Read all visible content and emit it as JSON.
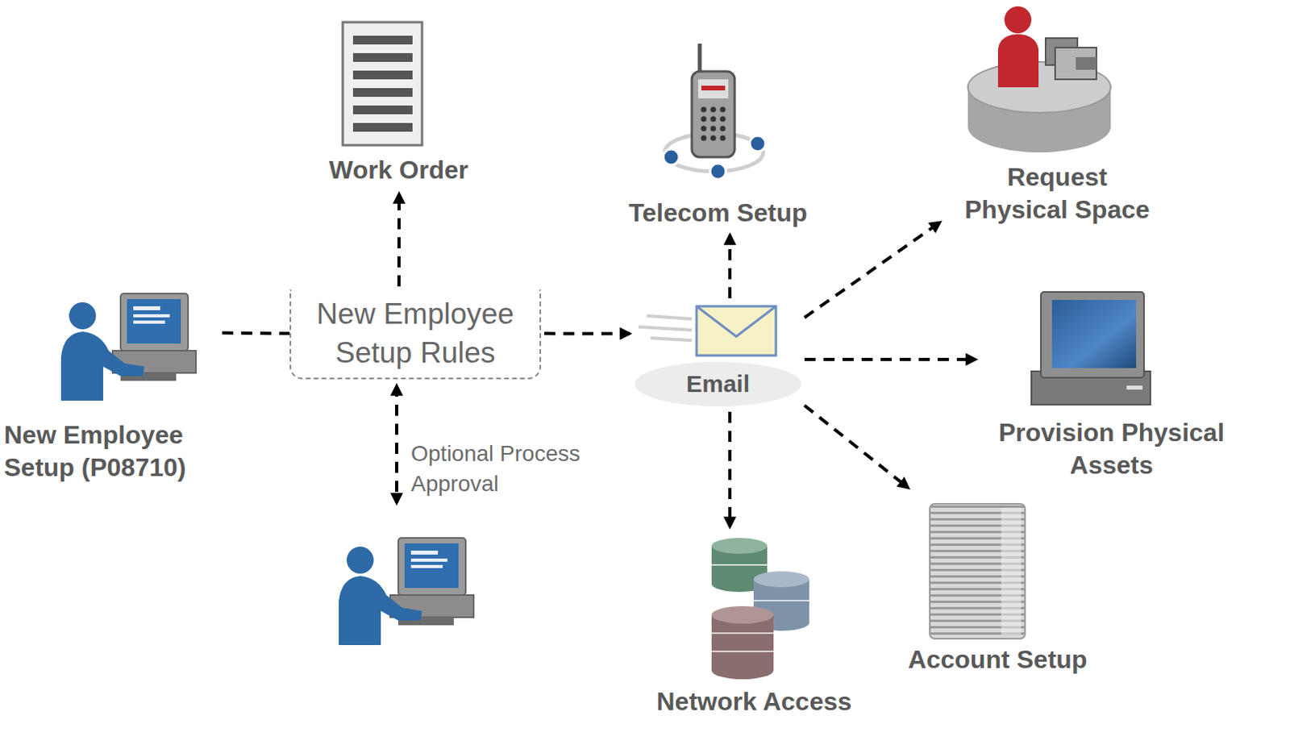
{
  "diagram": {
    "nodes": [
      {
        "text": [
          "Work Order"
        ]
      },
      {
        "text": [
          "Telecom Setup"
        ]
      },
      {
        "text": [
          "Request Physical Space"
        ]
      },
      {
        "text": [
          "New Employee Setup Rules"
        ]
      },
      {
        "text": [
          "Email"
        ]
      },
      {
        "text": [
          "New Employee Setup (P08710)"
        ]
      },
      {
        "text": [
          "Provision Physical Assets"
        ]
      },
      {
        "text": [
          "Account Setup"
        ]
      },
      {
        "text": [
          "Network Access"
        ]
      }
    ],
    "edges": [
      {
        "from": 5,
        "to": 3,
        "arrow": "none"
      },
      {
        "from": 3,
        "to": 0,
        "arrow": "to"
      },
      {
        "from": 3,
        "to": 4,
        "arrow": "to"
      },
      {
        "from": 4,
        "to": 1,
        "arrow": "to"
      },
      {
        "from": 4,
        "to": 2,
        "arrow": "to"
      },
      {
        "from": 4,
        "to": 6,
        "arrow": "to"
      },
      {
        "from": 4,
        "to": 7,
        "arrow": "to"
      },
      {
        "from": 4,
        "to": 8,
        "arrow": "to"
      }
    ],
    "labels": [
      "Optional Process Approval"
    ]
  }
}
